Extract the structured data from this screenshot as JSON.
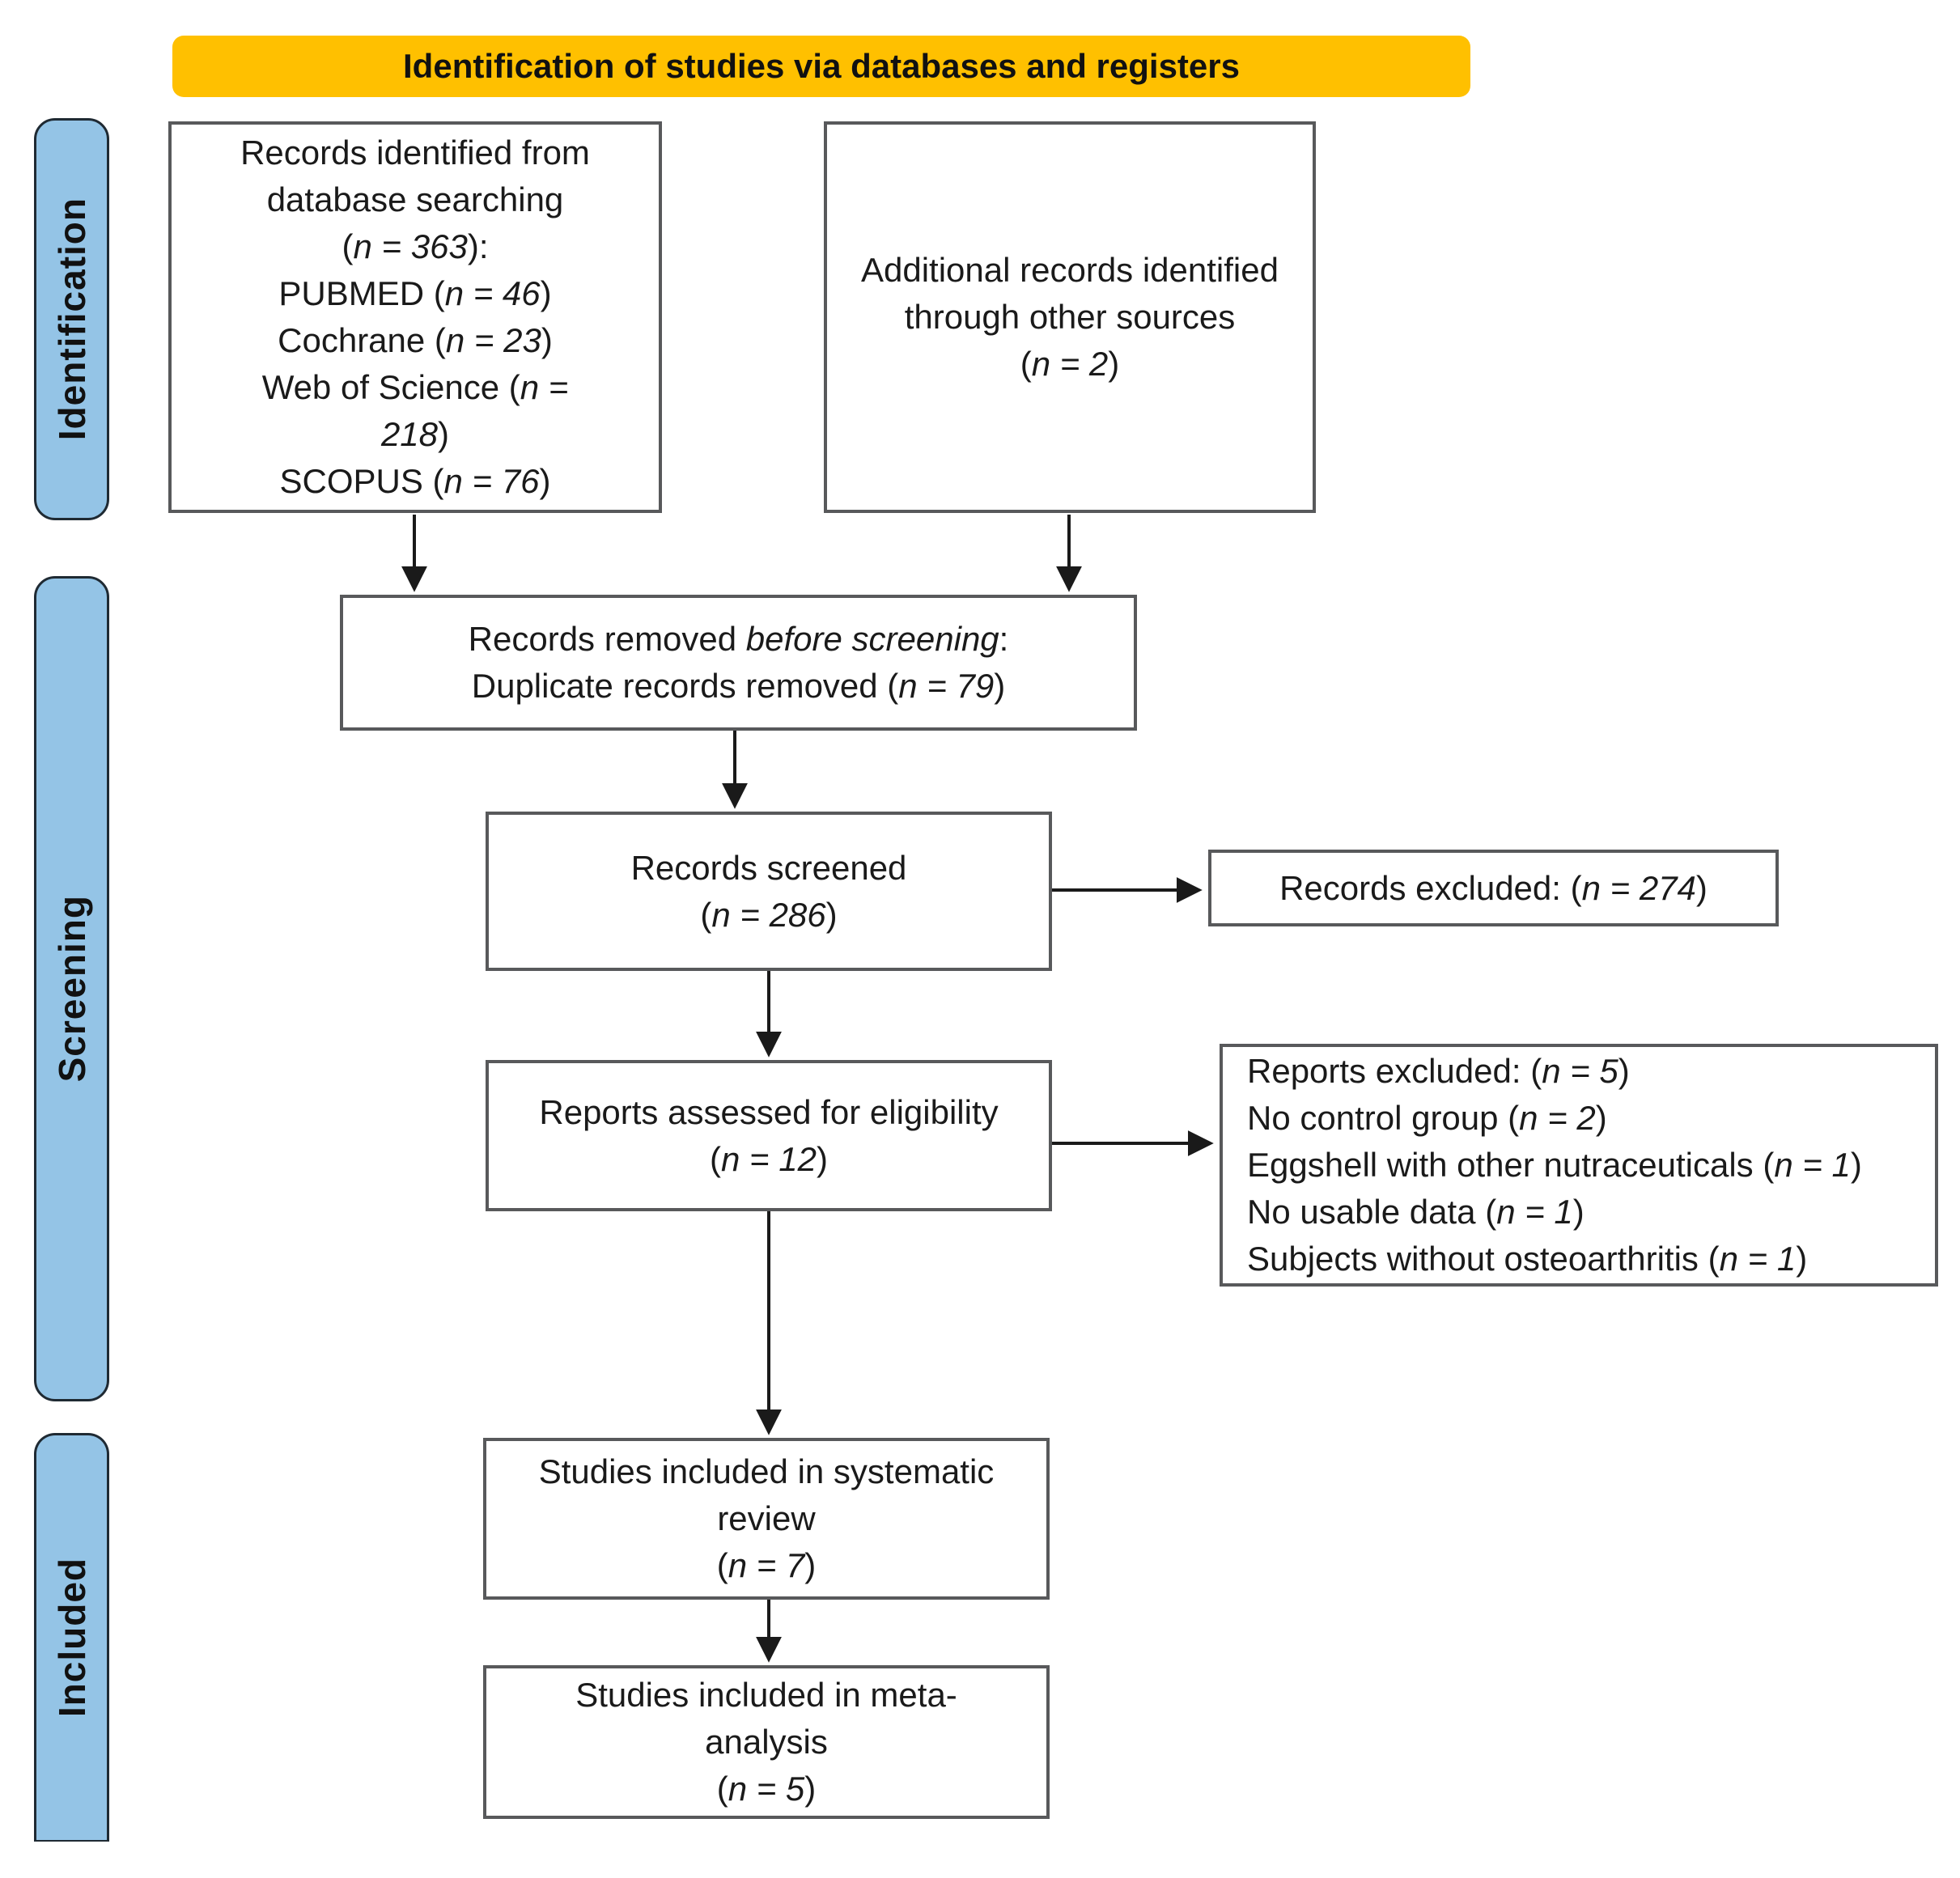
{
  "header": {
    "label": "Identification of studies via databases and registers"
  },
  "sidebar": {
    "stages": [
      {
        "label": "Identification"
      },
      {
        "label": "Screening"
      },
      {
        "label": "Included"
      }
    ]
  },
  "boxes": [
    {
      "id": "records-identified",
      "align": "center",
      "lines": [
        "Records identified from",
        "database searching",
        "(*n = 363*):",
        "PUBMED (*n = 46*)",
        "Cochrane (*n = 23*)",
        "Web of Science (*n =*",
        "*218*)",
        "SCOPUS (*n = 76*)"
      ]
    },
    {
      "id": "additional-records",
      "align": "center",
      "lines": [
        "Additional records identified",
        "through other sources",
        "(*n = 2*)"
      ]
    },
    {
      "id": "records-removed",
      "align": "center",
      "lines": [
        "Records removed *before screening*:",
        "Duplicate records removed (*n = 79*)"
      ]
    },
    {
      "id": "records-screened",
      "align": "center",
      "lines": [
        "Records screened",
        "(*n = 286*)"
      ]
    },
    {
      "id": "records-excluded",
      "align": "center",
      "lines": [
        "Records excluded: (*n = 274*)"
      ]
    },
    {
      "id": "reports-assessed",
      "align": "center",
      "lines": [
        "Reports assessed for eligibility",
        "(*n = 12*)"
      ]
    },
    {
      "id": "reports-excluded",
      "align": "left",
      "lines": [
        "Reports excluded: (*n = 5*)",
        "No control group (*n = 2*)",
        "Eggshell with other nutraceuticals (*n = 1*)",
        "No usable data (*n = 1*)",
        "Subjects without osteoarthritis (*n = 1*)"
      ]
    },
    {
      "id": "studies-included-systematic-review",
      "align": "center",
      "lines": [
        "Studies included in systematic",
        "review",
        "(*n = 7*)"
      ]
    },
    {
      "id": "studies-included-meta-analysis",
      "align": "center",
      "lines": [
        "Studies included in meta-",
        "analysis",
        "(*n = 5*)"
      ]
    }
  ],
  "colors": {
    "accent_orange": "#FFC000",
    "stage_blue": "#94C4E6",
    "box_border": "#58595B",
    "arrow": "#1A1A1A"
  }
}
